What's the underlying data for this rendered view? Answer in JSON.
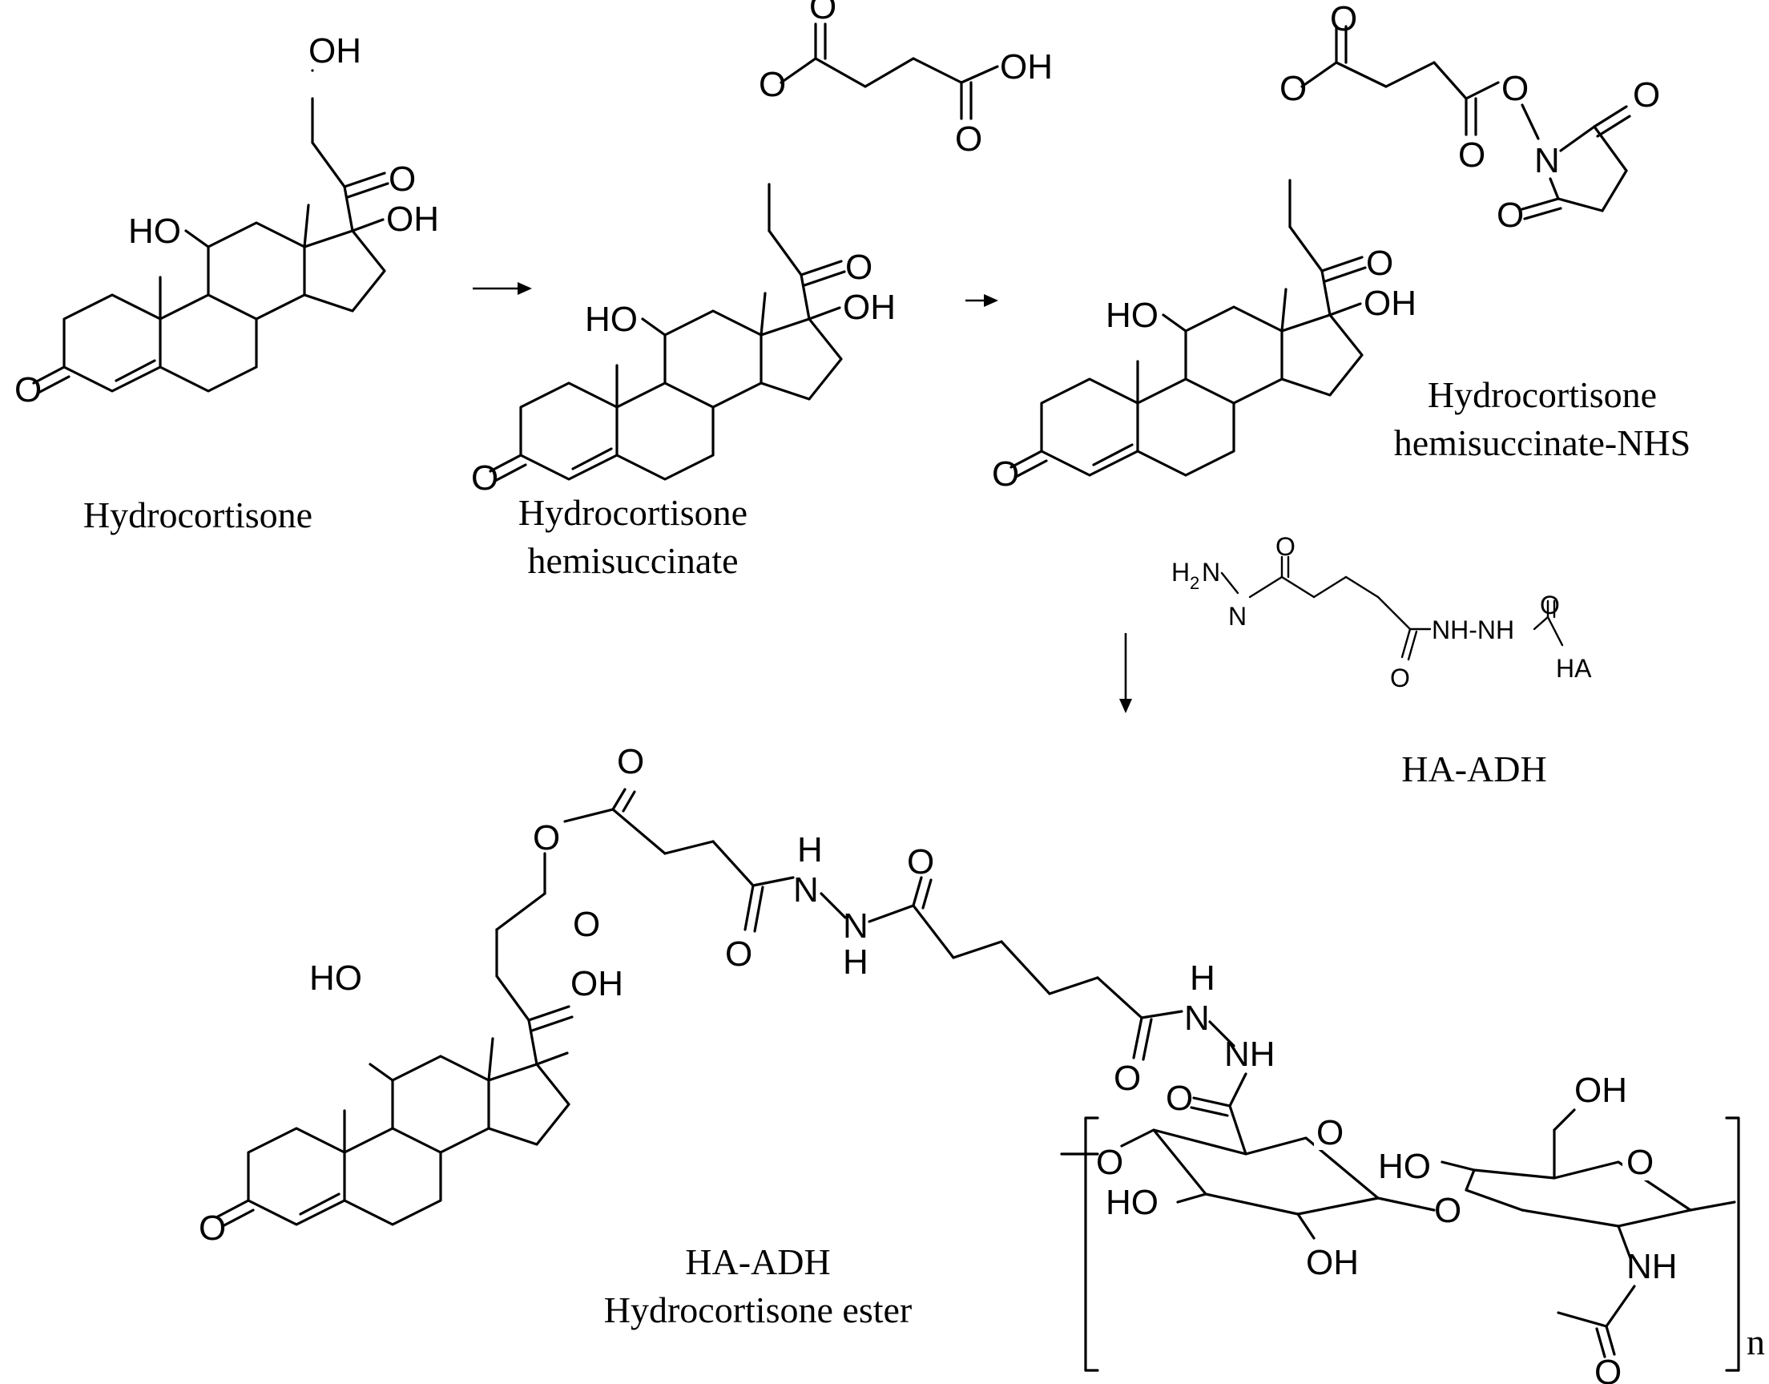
{
  "compounds": {
    "hydrocortisone": {
      "label": "Hydrocortisone"
    },
    "hemisuccinate": {
      "label_line1": "Hydrocortisone",
      "label_line2": "hemisuccinate"
    },
    "hemisuccinate_nhs": {
      "label_line1": "Hydrocortisone",
      "label_line2": "hemisuccinate-NHS"
    },
    "ha_adh": {
      "label": "HA-ADH",
      "atoms": {
        "h2n": "H",
        "h2n_sub": "2",
        "n": "N",
        "h": "H",
        "o_top": "O",
        "o_bottom": "O",
        "nh_chain": "NH-NH",
        "o_ha": "O",
        "ha": "HA"
      }
    },
    "product": {
      "label_line1": "HA-ADH",
      "label_line2": "Hydrocortisone ester"
    }
  },
  "atoms": {
    "oh": "OH",
    "ho": "HO",
    "o": "O",
    "n": "N",
    "h": "H",
    "nh": "NH",
    "repeat_n": "n"
  }
}
